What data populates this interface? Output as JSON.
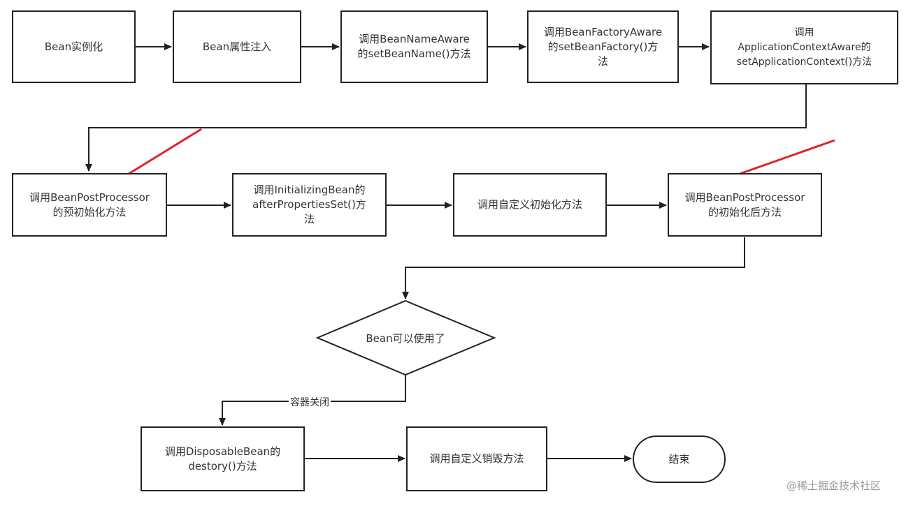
{
  "colors": {
    "stroke": "#222222",
    "text": "#333333",
    "highlight_arrow": "#e02424",
    "watermark": "#9a9a9a"
  },
  "nodes": {
    "bean_instantiate": "Bean实例化",
    "bean_property_inject": "Bean属性注入",
    "set_bean_name": "调用BeanNameAware\n的setBeanName()方法",
    "set_bean_factory": "调用BeanFactoryAware\n的setBeanFactory()方\n法",
    "set_application_context": "调用\nApplicationContextAware的\nsetApplicationContext()方法",
    "post_processor_before": "调用BeanPostProcessor\n的预初始化方法",
    "after_properties_set": "调用InitializingBean的\nafterPropertiesSet()方\n法",
    "custom_init": "调用自定义初始化方法",
    "post_processor_after": "调用BeanPostProcessor\n的初始化后方法",
    "bean_ready": "Bean可以使用了",
    "disposable_destroy": "调用DisposableBean的\ndestory()方法",
    "custom_destroy": "调用自定义销毁方法",
    "end": "结束"
  },
  "edge_labels": {
    "container_close": "容器关闭"
  },
  "watermark": "@稀土掘金技术社区"
}
